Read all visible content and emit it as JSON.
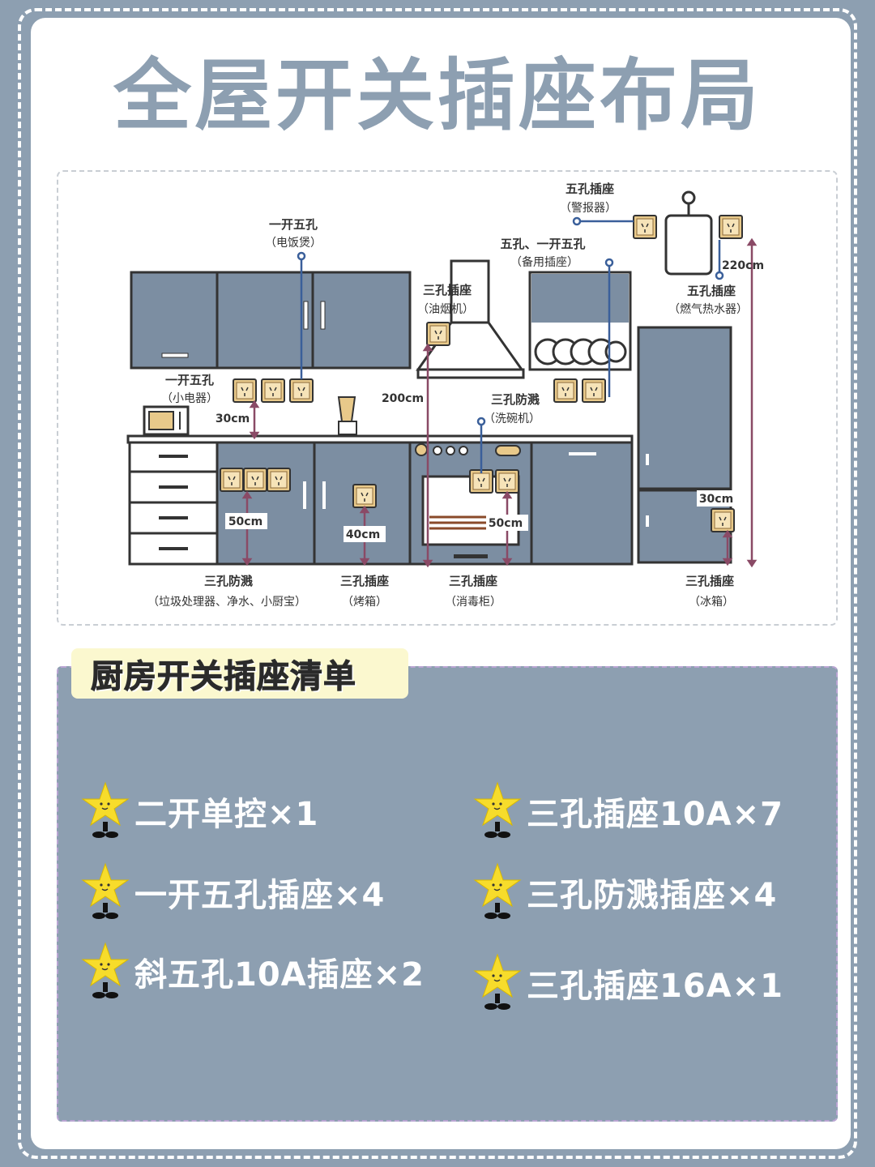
{
  "title": "全屋开关插座布局",
  "diagram": {
    "labels": {
      "rice_cooker_title": "一开五孔",
      "rice_cooker_sub": "（电饭煲）",
      "hood_title": "三孔插座",
      "hood_sub": "（油烟机）",
      "alarm_title": "五孔插座",
      "alarm_sub": "（警报器）",
      "backup_title": "五孔、一开五孔",
      "backup_sub": "（备用插座）",
      "heater_title": "五孔插座",
      "heater_sub": "（燃气热水器）",
      "small_title": "一开五孔",
      "small_sub": "（小电器）",
      "dish_title": "三孔防溅",
      "dish_sub": "（洗碗机）",
      "garbage_title": "三孔防溅",
      "garbage_sub": "（垃圾处理器、净水、小厨宝）",
      "oven_title": "三孔插座",
      "oven_sub": "（烤箱）",
      "steril_title": "三孔插座",
      "steril_sub": "（消毒柜）",
      "fridge_title": "三孔插座",
      "fridge_sub": "（冰箱）"
    },
    "dims": {
      "d30_left": "30cm",
      "d200": "200cm",
      "d220": "220cm",
      "d50_left": "50cm",
      "d40": "40cm",
      "d50_right": "50cm",
      "d30_right": "30cm"
    }
  },
  "list": {
    "header": "厨房开关插座清单",
    "items": [
      "二开单控×1",
      "三孔插座10A×7",
      "一开五孔插座×4",
      "三孔防溅插座×4",
      "斜五孔10A插座×2",
      "三孔插座16A×1"
    ]
  },
  "colors": {
    "background": "#8d9fb1",
    "cabinet": "#7c8ea2",
    "socket": "#e8c98a",
    "line_blue": "#3a5f9a",
    "line_red": "#8a4a66",
    "star": "#f7dc2b",
    "header_bg": "#fbf8cf"
  }
}
